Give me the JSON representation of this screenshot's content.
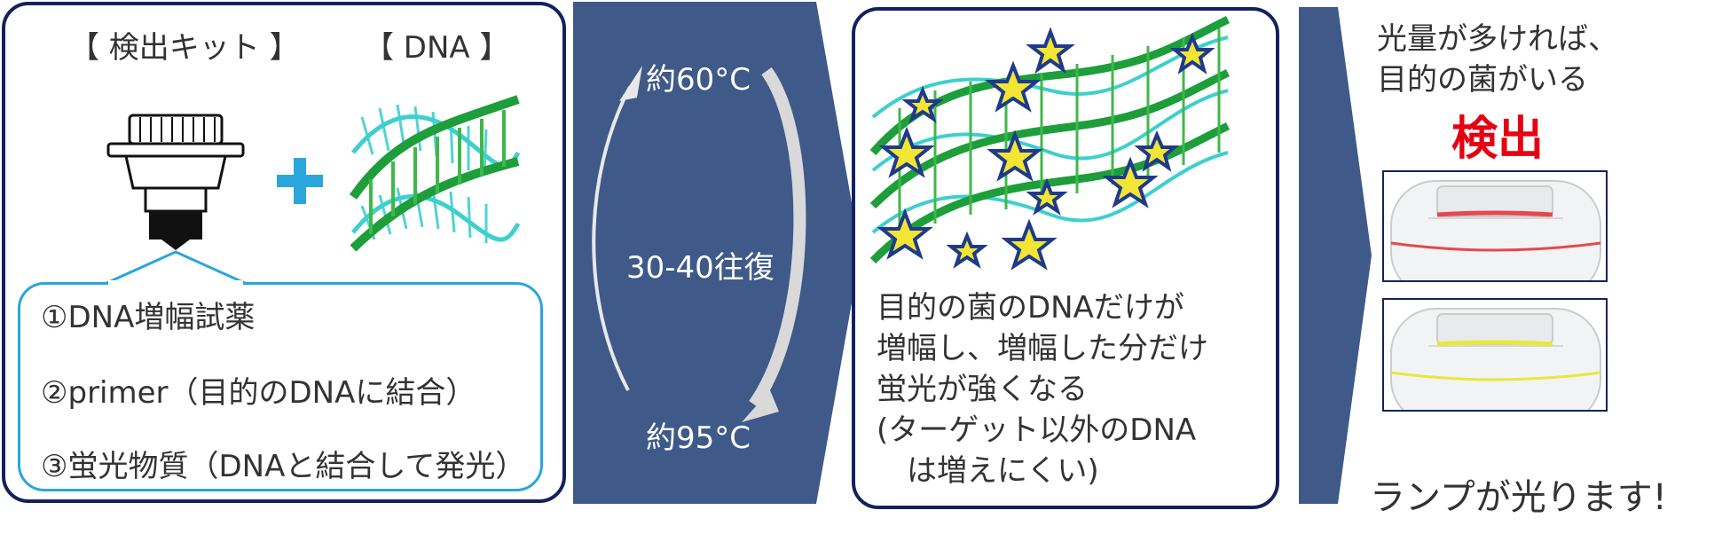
{
  "kit_panel": {
    "kit_label": "【 検出キット 】",
    "dna_label": "【 DNA 】",
    "reagents": [
      "①DNA増幅試薬",
      "②primer（目的のDNAに結合）",
      "③蛍光物質（DNAと結合して発光）"
    ]
  },
  "cycle_panel": {
    "top_temp": "約60°C",
    "repeat": "30-40往復",
    "bottom_temp": "約95°C"
  },
  "amplify_panel": {
    "lines": [
      "目的の菌のDNAだけが",
      "増幅し、増幅した分だけ",
      "蛍光が強くなる",
      "(ターゲット以外のDNA",
      "　は増えにくい)"
    ]
  },
  "result_panel": {
    "text_lines": [
      "光量が多ければ、",
      "目的の菌がいる"
    ],
    "detect": "検出",
    "lamp": "ランプが光ります!"
  },
  "colors": {
    "navy": "#3f5a89",
    "border": "#13225e",
    "bubble": "#29a6dc",
    "plus": "#29a6dc",
    "detect": "#e60012",
    "lamp_red": "#e5484d",
    "lamp_yellow": "#e8e83a"
  },
  "icons": [
    "detection-kit-icon",
    "plus-icon",
    "dna-helix-icon",
    "dna-star-icon",
    "device-icon"
  ]
}
